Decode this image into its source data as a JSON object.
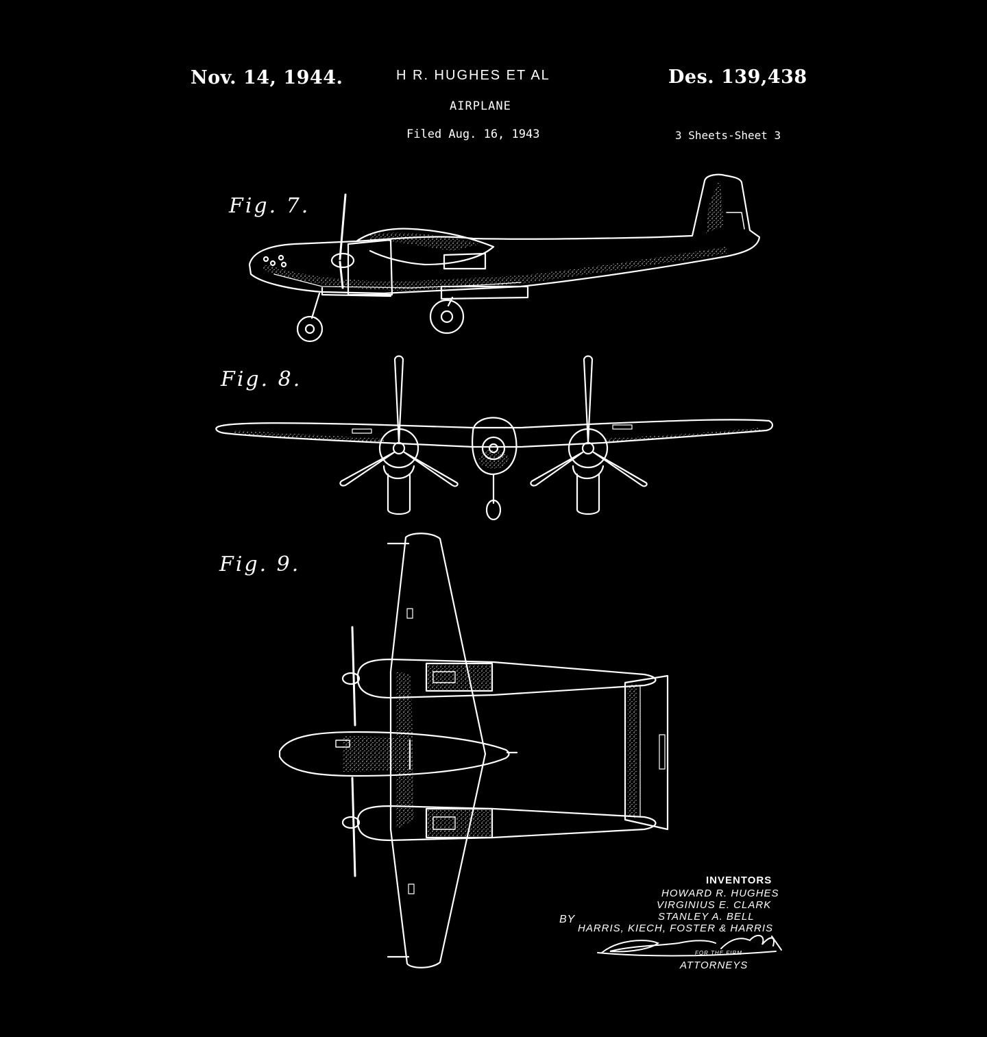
{
  "header": {
    "date": "Nov. 14, 1944.",
    "inventor_line": "H  R. HUGHES  ET AL",
    "title": "AIRPLANE",
    "filed": "Filed Aug. 16, 1943",
    "patent_number": "Des. 139,438",
    "sheets": "3 Sheets-Sheet 3"
  },
  "figures": [
    {
      "label": "Fig. 7.",
      "view": "side view"
    },
    {
      "label": "Fig. 8.",
      "view": "front view"
    },
    {
      "label": "Fig. 9.",
      "view": "top view"
    }
  ],
  "signature_block": {
    "inventors_heading": "INVENTORS",
    "inventors": [
      "Howard R. Hughes",
      "Virginius E. Clark",
      "Stanley A. Bell"
    ],
    "by": "By",
    "firm": "Harris, Kiech, Foster & Harris",
    "signature": "Lawrence F. Kiech",
    "for_the_firm": "FOR THE FIRM",
    "attorneys": "ATTORNEYS"
  },
  "colors": {
    "background": "#000000",
    "ink": "#ffffff"
  }
}
